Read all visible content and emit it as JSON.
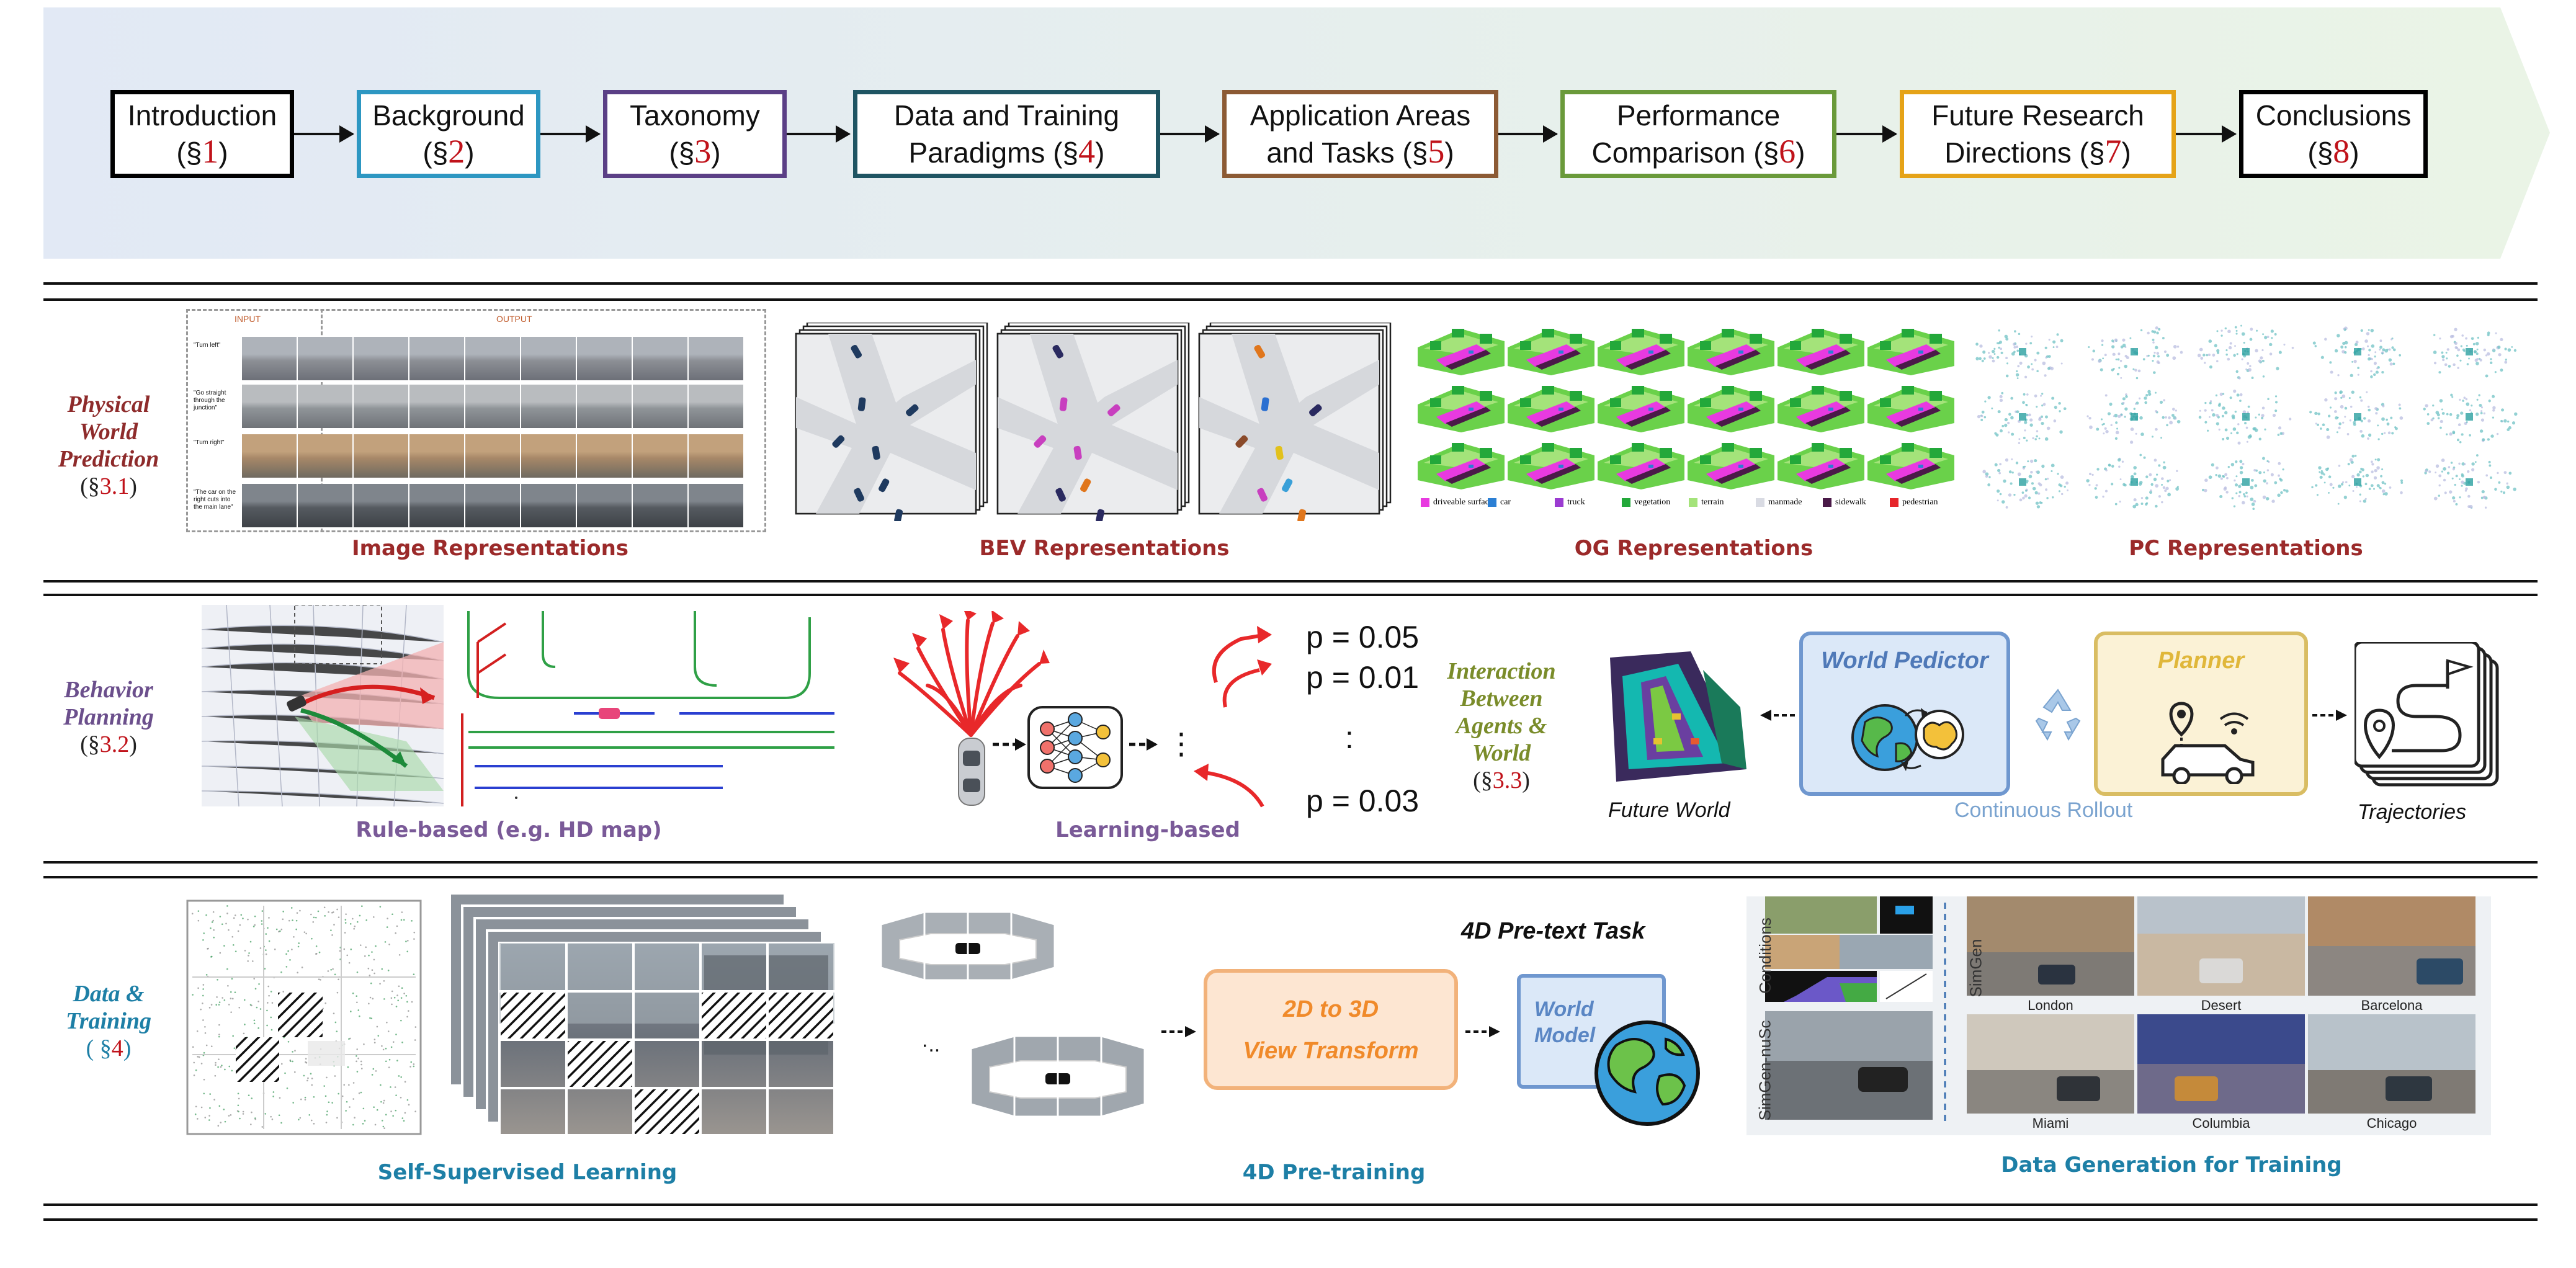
{
  "colors": {
    "banner_gradient_left": "#e2e9f5",
    "banner_gradient_right": "#eaf4e6",
    "introduction": "#000000",
    "background": "#2d97c2",
    "taxonomy": "#5b3f86",
    "data_training": "#1f5563",
    "applications": "#8c5a34",
    "performance": "#6a9a3a",
    "future": "#e5a318",
    "conclusions": "#000000",
    "section_number": "#c0121a",
    "world_predictor_fill": "#dbe8f8",
    "world_predictor_border": "#6f97cf",
    "planner_fill": "#fbf2d6",
    "planner_border": "#d9bd63",
    "transform_fill": "#fde6d2",
    "transform_border": "#f2b27a"
  },
  "roadmap": [
    {
      "line1": "Introduction",
      "line2_open": "(§",
      "num": "1",
      "line2_close": ")"
    },
    {
      "line1": "Background",
      "line2_open": "(§",
      "num": "2",
      "line2_close": ")"
    },
    {
      "line1": "Taxonomy",
      "line2_open": "(§",
      "num": "3",
      "line2_close": ")"
    },
    {
      "line1": "Data and Training",
      "line2_open": "Paradigms (§",
      "num": "4",
      "line2_close": ")"
    },
    {
      "line1": "Application Areas",
      "line2_open": "and Tasks (§",
      "num": "5",
      "line2_close": ")"
    },
    {
      "line1": "Performance",
      "line2_open": "Comparison (§",
      "num": "6",
      "line2_close": ")"
    },
    {
      "line1": "Future Research",
      "line2_open": "Directions (§",
      "num": "7",
      "line2_close": ")"
    },
    {
      "line1": "Conclusions",
      "line2_open": "(§",
      "num": "8",
      "line2_close": ")"
    }
  ],
  "rows": {
    "physical": {
      "label_lines": [
        "Physical",
        "World",
        "Prediction"
      ],
      "ref_open": "(§",
      "ref_num": "3.1",
      "ref_close": ")",
      "label_color": "#8e2b2b",
      "captions": {
        "image": "Image Representations",
        "bev": "BEV Representations",
        "og": "OG Representations",
        "pc": "PC Representations"
      },
      "image_panel": {
        "input_label": "INPUT",
        "output_label": "OUTPUT",
        "prompts": [
          "\"Turn left\"",
          "\"Go straight through the junction\"",
          "\"Turn right\"",
          "\"The car on the right cuts into the main lane\""
        ]
      },
      "og_legend": [
        {
          "label": "driveable surface",
          "color": "#e83ae0"
        },
        {
          "label": "car",
          "color": "#2b7fd4"
        },
        {
          "label": "truck",
          "color": "#9b3bd1"
        },
        {
          "label": "vegetation",
          "color": "#23a83a"
        },
        {
          "label": "terrain",
          "color": "#a4e37a"
        },
        {
          "label": "manmade",
          "color": "#d9dbe3"
        },
        {
          "label": "sidewalk",
          "color": "#4a1a48"
        },
        {
          "label": "pedestrian",
          "color": "#e6252a"
        }
      ]
    },
    "behavior": {
      "label_lines": [
        "Behavior",
        "Planning"
      ],
      "ref_open": "(§",
      "ref_num": "3.2",
      "ref_close": ")",
      "label_color": "#6b4f8c",
      "captions": {
        "rule": "Rule-based (e.g. HD map)",
        "learning": "Learning-based"
      },
      "probabilities": [
        "p = 0.05",
        "p = 0.01",
        "p = 0.03"
      ],
      "ellipsis": ":",
      "interaction_lines": [
        "Interaction",
        "Between",
        "Agents &",
        "World"
      ],
      "interaction_ref_open": "(§",
      "interaction_ref_num": "3.3",
      "interaction_ref_close": ")",
      "interaction_color": "#7a8c2a",
      "future_world": "Future World",
      "world_predictor": "World Pedictor",
      "planner": "Planner",
      "continuous_rollout": "Continuous Rollout",
      "trajectories": "Trajectories"
    },
    "data": {
      "label_lines": [
        "Data &",
        "Training"
      ],
      "ref_open": "( §",
      "ref_num": "4",
      "ref_close": ")",
      "label_color": "#1d7fa6",
      "captions": {
        "ssl": "Self-Supervised Learning",
        "pretrain": "4D Pre-training",
        "datagen": "Data Generation for Training"
      },
      "pretext_title": "4D Pre-text Task",
      "transform_line1": "2D to 3D",
      "transform_line2": "View Transform",
      "world_model_line1": "World",
      "world_model_line2": "Model",
      "ellipsis": "·..",
      "simgen_labels": [
        "Conditions",
        "SimGen-nuSc",
        "SimGen"
      ],
      "cities": [
        "London",
        "Desert",
        "Barcelona",
        "Miami",
        "Columbia",
        "Chicago"
      ]
    }
  }
}
